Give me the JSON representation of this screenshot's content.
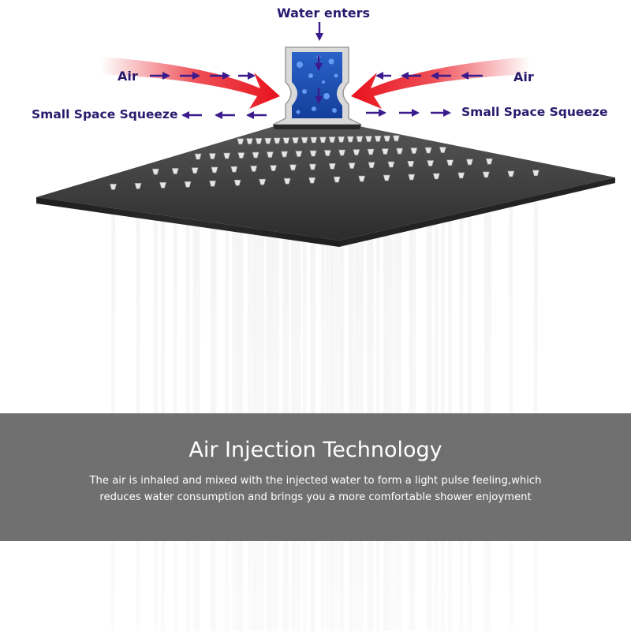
{
  "labels": {
    "water_enters": "Water enters",
    "air_left": "Air",
    "air_right": "Air",
    "squeeze_left": "Small Space Squeeze",
    "squeeze_right": "Small Space Squeeze"
  },
  "banner": {
    "title": "Air Injection Technology",
    "line1": "The air is inhaled and mixed with the injected water to form a light pulse feeling,which",
    "line2": "reduces water consumption and brings you a more comfortable shower enjoyment"
  },
  "colors": {
    "label_text": "#2a1a6e",
    "arrow_red": "#e8121c",
    "arrow_purple": "#3a1a8c",
    "shower_plate": "#3b3b3b",
    "chamber_water": "#1a4fb5",
    "banner_bg": "#585858"
  }
}
